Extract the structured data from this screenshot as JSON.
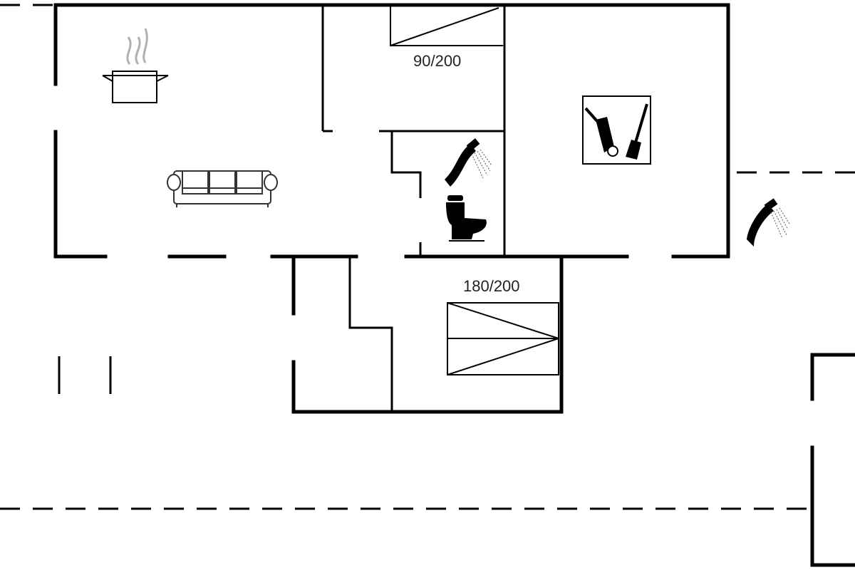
{
  "plan": {
    "beds": [
      {
        "id": "single-bed",
        "label": "90/200"
      },
      {
        "id": "double-bed",
        "label": "180/200"
      }
    ]
  },
  "icons": {
    "kitchen": "cooking-pot-icon",
    "living": "sofa-icon",
    "bathroom_shower": "shower-icon",
    "bathroom_toilet": "toilet-icon",
    "utility": "vacuum-and-brush-icon",
    "outdoor_shower": "outdoor-shower-icon"
  },
  "colors": {
    "line": "#000000",
    "background": "#ffffff",
    "steam": "#b0b0b0"
  }
}
